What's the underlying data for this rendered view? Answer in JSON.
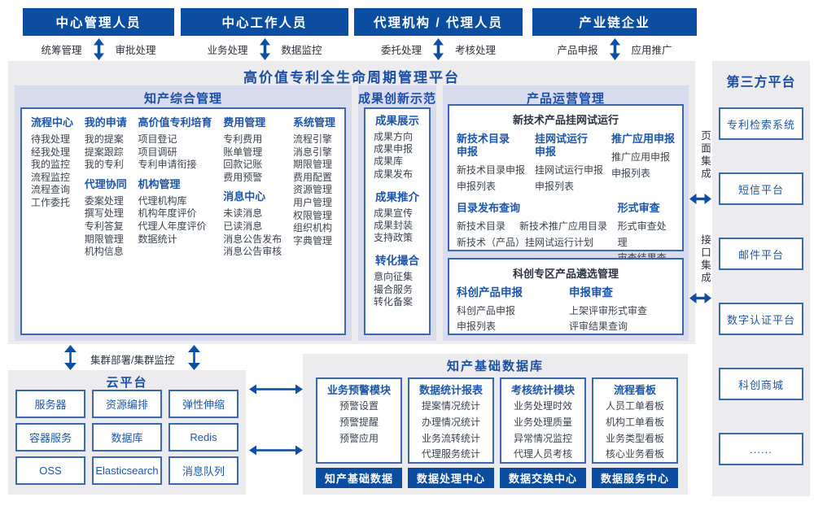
{
  "colors": {
    "header_bar": "#0b4da1",
    "accent_text": "#1e55a8",
    "box_border": "#3a67ad",
    "section_bg": "#d9dcee",
    "panel_bg": "#ececee",
    "arrow": "#0f4fa3"
  },
  "actors": [
    {
      "title": "中心管理人员",
      "left": "统筹管理",
      "right": "审批处理"
    },
    {
      "title": "中心工作人员",
      "left": "业务处理",
      "right": "数据监控"
    },
    {
      "title": "代理机构 / 代理人员",
      "left": "委托处理",
      "right": "考核处理"
    },
    {
      "title": "产业链企业",
      "left": "产品申报",
      "right": "应用推广"
    }
  ],
  "platform": {
    "title": "高价值专利全生命周期管理平台",
    "ip_management": {
      "title": "知产综合管理",
      "columns": [
        {
          "groups": [
            {
              "h": "流程中心",
              "items": [
                "待我处理",
                "经我处理",
                "我的监控",
                "流程监控",
                "流程查询",
                "工作委托"
              ]
            }
          ]
        },
        {
          "groups": [
            {
              "h": "我的申请",
              "items": [
                "我的提案",
                "提案跟踪",
                "我的专利"
              ]
            },
            {
              "h": "代理协同",
              "items": [
                "委案处理",
                "撰写处理",
                "专利答复",
                "期限管理",
                "机构信息"
              ]
            }
          ]
        },
        {
          "groups": [
            {
              "h": "高价值专利培育",
              "items": [
                "项目登记",
                "项目调研",
                "专利申请衔接"
              ]
            },
            {
              "h": "机构管理",
              "items": [
                "代理机构库",
                "机构年度评价",
                "代理人年度评价",
                "数据统计"
              ]
            }
          ]
        },
        {
          "groups": [
            {
              "h": "费用管理",
              "items": [
                "专利费用",
                "账单管理",
                "回款记账",
                "费用预警"
              ]
            },
            {
              "h": "消息中心",
              "items": [
                "未读消息",
                "已读消息",
                "消息公告发布",
                "消息公告审核"
              ]
            }
          ]
        },
        {
          "groups": [
            {
              "h": "系统管理",
              "items": [
                "流程引擎",
                "消息引擎",
                "期限管理",
                "费用配置",
                "资源管理",
                "用户管理",
                "权限管理",
                "组织机构",
                "字典管理"
              ]
            }
          ]
        }
      ]
    },
    "achievement": {
      "title": "成果创新示范",
      "groups": [
        {
          "h": "成果展示",
          "items": [
            "成果方向",
            "成果申报",
            "成果库",
            "成果发布"
          ]
        },
        {
          "h": "成果推介",
          "items": [
            "成果宣传",
            "成果封装",
            "支持政策"
          ]
        },
        {
          "h": "转化撮合",
          "items": [
            "意向征集",
            "撮合服务",
            "转化备案"
          ]
        }
      ]
    },
    "product_ops": {
      "title": "产品运营管理",
      "trial_box": {
        "title": "新技术产品挂网试运行",
        "top_groups": [
          {
            "h": "新技术目录申报",
            "items": [
              "新技术目录申报",
              "申报列表"
            ]
          },
          {
            "h": "挂网试运行申报",
            "items": [
              "挂网试运行申报",
              "申报列表"
            ]
          },
          {
            "h": "推广应用申报",
            "items": [
              "推广应用申报",
              "申报列表"
            ]
          }
        ],
        "catalog_group": {
          "h": "目录发布查询",
          "row1": [
            "新技术目录",
            "新技术推广应用目录"
          ],
          "row2": "新技术（产品）挂网试运行计划"
        },
        "review_group": {
          "h": "形式审查",
          "items": [
            "形式审查处理",
            "审查结果查看"
          ]
        }
      },
      "selection_box": {
        "title": "科创专区产品遴选管理",
        "groups": [
          {
            "h": "科创产品申报",
            "items": [
              "科创产品申报",
              "申报列表"
            ]
          },
          {
            "h": "申报审查",
            "items": [
              "上架评审形式审查",
              "评审结果查询"
            ]
          }
        ]
      }
    }
  },
  "third_party": {
    "title": "第三方平台",
    "platforms": [
      "专利检索系统",
      "短信平台",
      "邮件平台",
      "数字认证平台",
      "科创商城",
      "......"
    ]
  },
  "integration": {
    "page": "页面集成",
    "api": "接口集成"
  },
  "cluster_label": "集群部署/集群监控",
  "cloud": {
    "title": "云平台",
    "services": [
      "服务器",
      "资源编排",
      "弹性伸缩",
      "容器服务",
      "数据库",
      "Redis",
      "OSS",
      "Elasticsearch",
      "消息队列"
    ]
  },
  "data_base": {
    "title": "知产基础数据库",
    "columns": [
      {
        "h": "业务预警模块",
        "items": [
          "预警设置",
          "预警提醒",
          "预警应用"
        ],
        "footer": "知产基础数据"
      },
      {
        "h": "数据统计报表",
        "items": [
          "提案情况统计",
          "办理情况统计",
          "业务流转统计",
          "代理服务统计"
        ],
        "footer": "数据处理中心"
      },
      {
        "h": "考核统计模块",
        "items": [
          "业务处理时效",
          "业务处理质量",
          "异常情况监控",
          "代理人员考核"
        ],
        "footer": "数据交换中心"
      },
      {
        "h": "流程看板",
        "items": [
          "人员工单看板",
          "机构工单看板",
          "业务类型看板",
          "核心业务看板"
        ],
        "footer": "数据服务中心"
      }
    ]
  }
}
